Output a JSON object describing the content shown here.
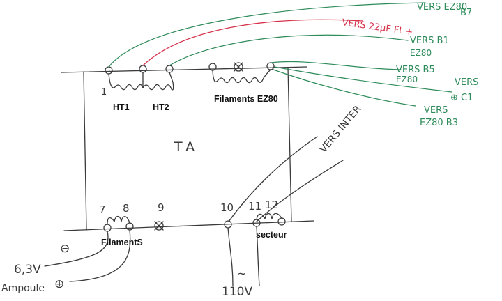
{
  "transformer": {
    "label": "TA"
  },
  "labels": {
    "ht1": "HT1",
    "ht2": "HT2",
    "filaments_ez80": "Filaments EZ80",
    "filaments": "FilamentS",
    "secteur": "secteur"
  },
  "pins_top": {
    "p1": "1"
  },
  "pins_bottom": [
    "7",
    "8",
    "9",
    "10",
    "11",
    "12"
  ],
  "destinations": {
    "b7": [
      "VERS EZ80",
      "B7"
    ],
    "red": "VERS 22µF Ft +",
    "b1": [
      "VERS B1",
      "EZ80"
    ],
    "b5": [
      "VERS B5",
      "EZ80"
    ],
    "c1": [
      "VERS",
      "⊕ C1"
    ],
    "b3": [
      "VERS",
      "EZ80 B3"
    ],
    "inter": "VERS INTER"
  },
  "leads": {
    "v63": "6,3V",
    "minus": "⊖",
    "ampoule": "Ampoule",
    "plus": "⊕",
    "ac_symbol": "~",
    "v110": "110V"
  },
  "colors": {
    "ink": "#3a3a3a",
    "green": "#2e8b5a",
    "red": "#d6334b"
  }
}
